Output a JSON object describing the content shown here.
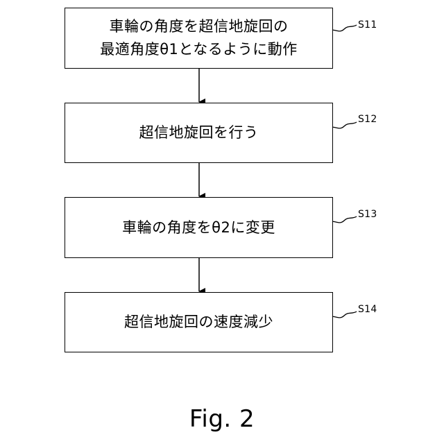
{
  "steps": [
    {
      "id": "S11",
      "lines": [
        "車輪の角度を超信地旋回の",
        "最適角度θ1となるように動作"
      ]
    },
    {
      "id": "S12",
      "lines": [
        "超信地旋回を行う"
      ]
    },
    {
      "id": "S13",
      "lines": [
        "車輪の角度をθ2に変更"
      ]
    },
    {
      "id": "S14",
      "lines": [
        "超信地旋回の速度減少"
      ]
    }
  ],
  "caption": "Fig. 2"
}
